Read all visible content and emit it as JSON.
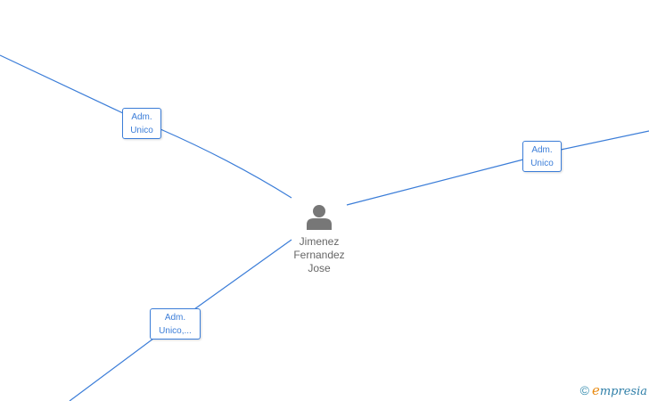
{
  "center_person": {
    "name_lines": [
      "Jimenez",
      "Fernandez",
      "Jose"
    ]
  },
  "relations": [
    {
      "role_lines": [
        "Adm.",
        "Unico"
      ]
    },
    {
      "role_lines": [
        "Adm.",
        "Unico"
      ]
    },
    {
      "role_lines": [
        "Adm.",
        "Unico,..."
      ]
    }
  ],
  "watermark": {
    "copyright_symbol": "©",
    "brand_initial": "e",
    "brand_rest": "mpresia"
  },
  "colors": {
    "edge": "#3b7dd8",
    "node_text": "#666666",
    "icon": "#777777",
    "brand_initial": "#e88a12",
    "brand": "#2f7fa8"
  },
  "icons": [
    "person-icon"
  ]
}
